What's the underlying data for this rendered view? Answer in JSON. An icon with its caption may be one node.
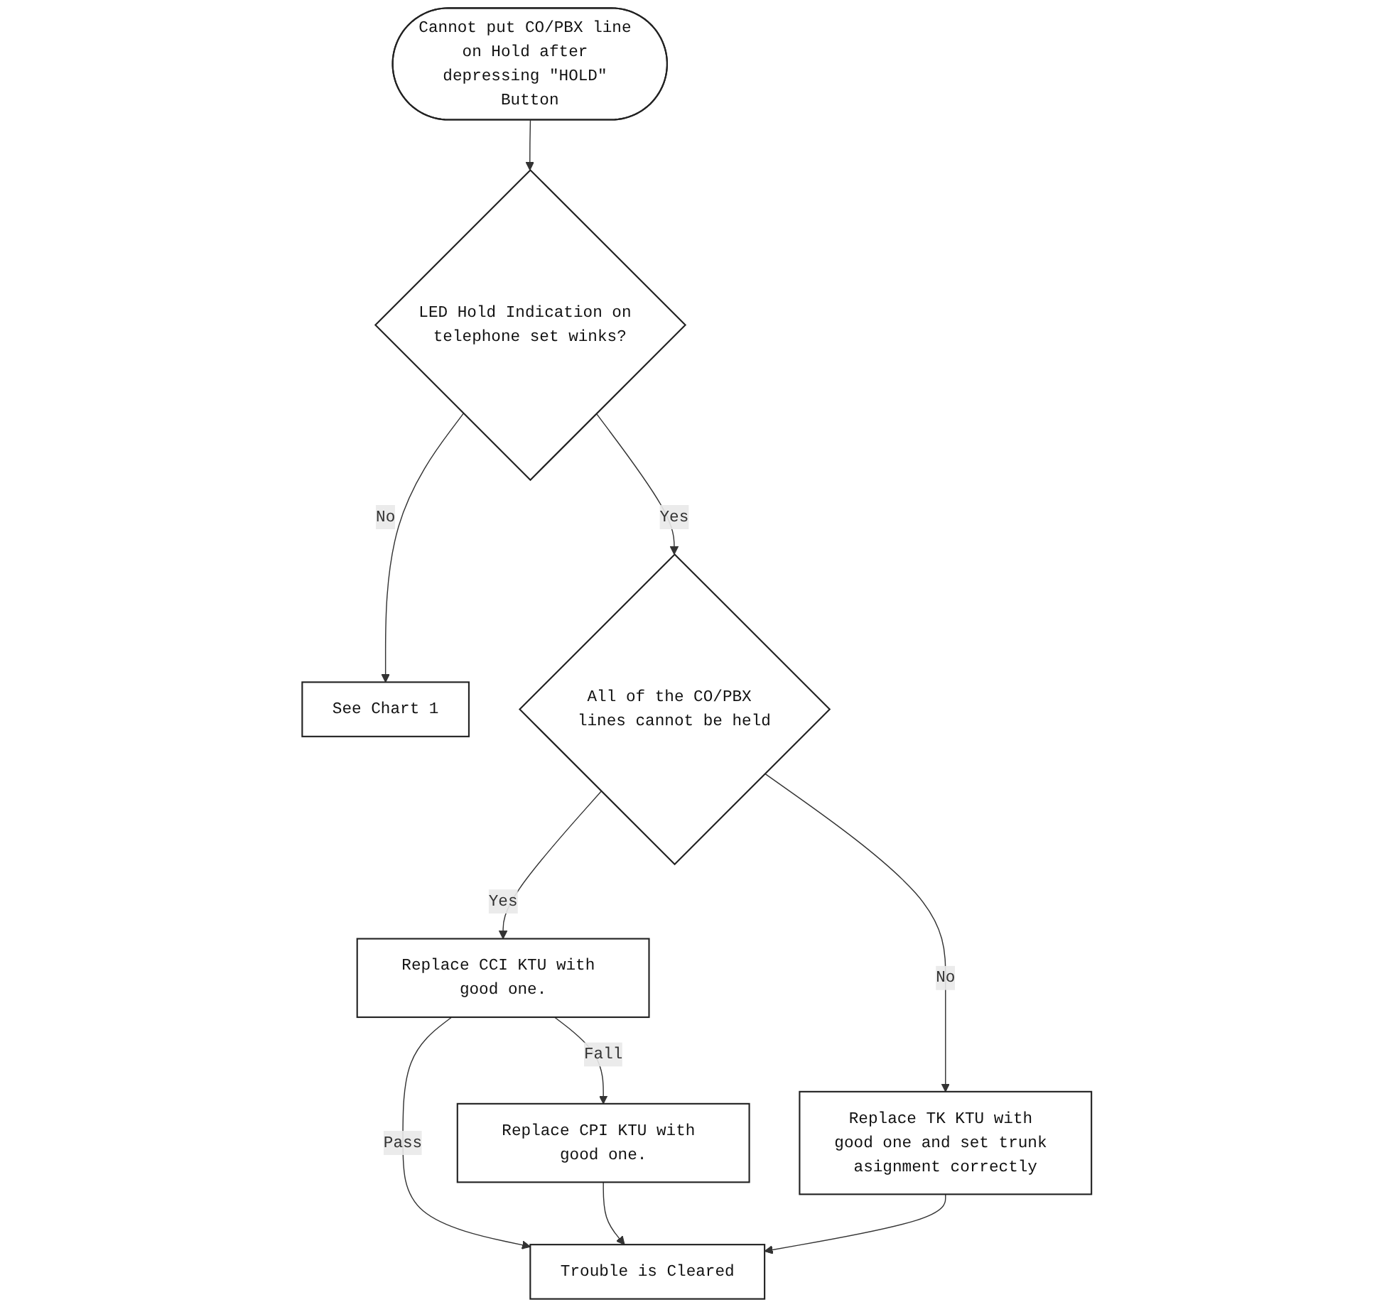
{
  "diagram": {
    "nodes": [
      {
        "text": [
          "Cannot put CO/PBX line on Hold after depressing \"HOLD\" Button"
        ]
      },
      {
        "text": [
          "LED Hold Indication on telephone set winks?"
        ]
      },
      {
        "text": [
          "See Chart 1"
        ]
      },
      {
        "text": [
          "All of the CO/PBX lines cannot be held"
        ]
      },
      {
        "text": [
          "Replace TK KTU with good one and set trunk asignment correctly"
        ]
      },
      {
        "text": [
          "Replace CCI KTU with good one."
        ]
      },
      {
        "text": [
          "Replace CPI KTU with good one."
        ]
      },
      {
        "text": [
          "Trouble is Cleared"
        ]
      }
    ],
    "edges": [
      {
        "from": 0,
        "to": 1,
        "arrow": "to"
      },
      {
        "from": 1,
        "to": 2,
        "label": "No",
        "arrow": "to"
      },
      {
        "from": 1,
        "to": 3,
        "label": "Yes",
        "arrow": "to"
      },
      {
        "from": 3,
        "to": 5,
        "label": "Yes",
        "arrow": "to"
      },
      {
        "from": 3,
        "to": 4,
        "label": "No",
        "arrow": "to"
      },
      {
        "from": 5,
        "to": 7,
        "label": "Pass",
        "arrow": "to"
      },
      {
        "from": 5,
        "to": 6,
        "label": "Fall",
        "arrow": "to"
      },
      {
        "from": 6,
        "to": 7,
        "arrow": "to"
      },
      {
        "from": 4,
        "to": 7,
        "arrow": "to"
      }
    ]
  }
}
